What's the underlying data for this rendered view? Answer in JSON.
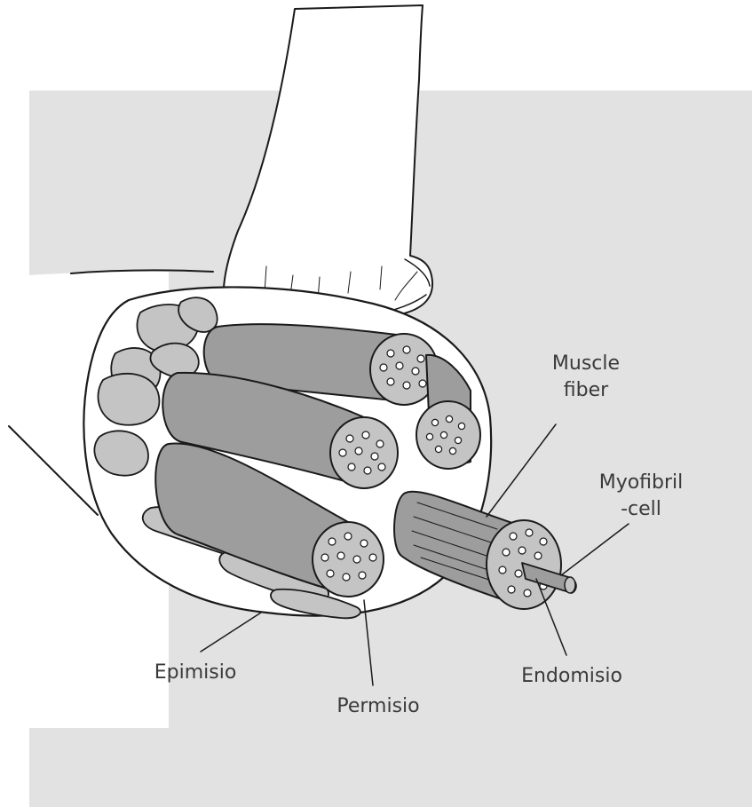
{
  "diagram": {
    "labels": {
      "muscle_fiber_1": "Muscle",
      "muscle_fiber_2": "fiber",
      "myofibril_1": "Myofibril",
      "myofibril_2": "-cell",
      "epimisio": "Epimisio",
      "permisio": "Permisio",
      "endomisio": "Endomisio"
    },
    "colors": {
      "background_panel": "#e2e2e2",
      "tissue_white": "#ffffff",
      "fascicle_gray": "#9d9d9d",
      "pale_gray": "#c4c4c4",
      "ink": "#1a1a1a"
    }
  }
}
